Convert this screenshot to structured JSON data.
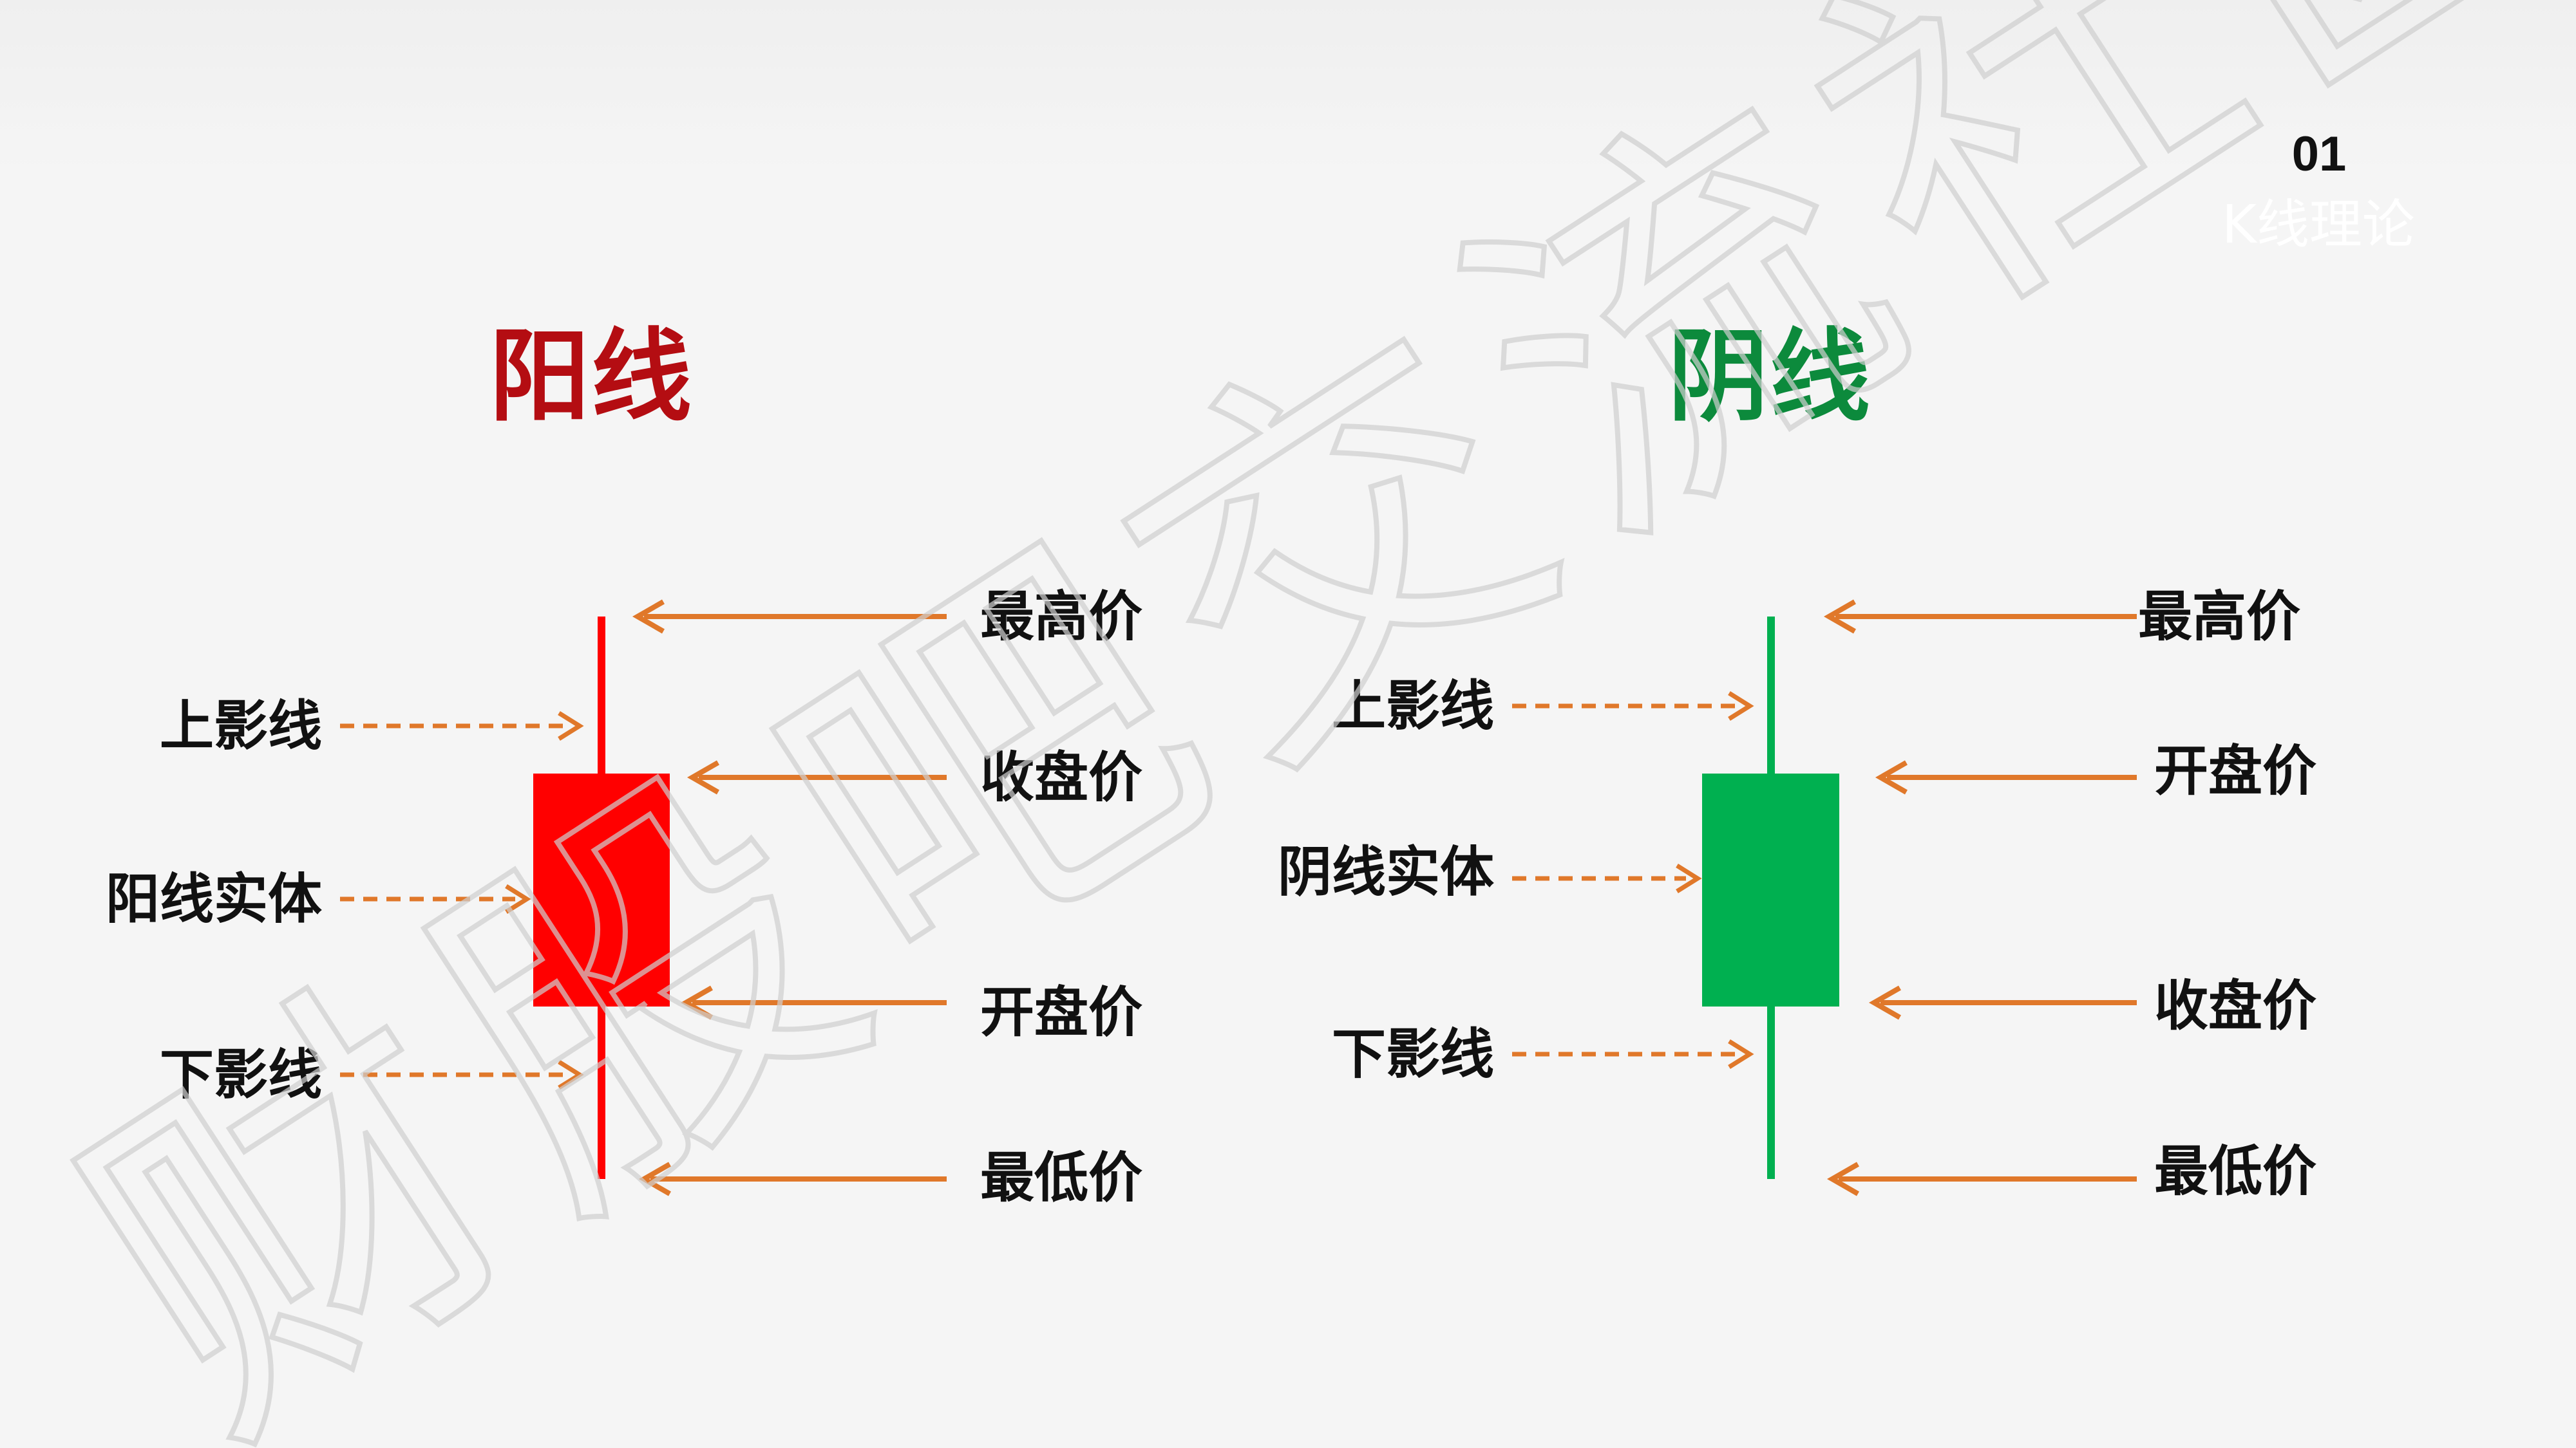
{
  "slide": {
    "number": "01",
    "caption": "K线理论"
  },
  "yang": {
    "title": "阳线",
    "labels": {
      "high": "最高价",
      "upper_shadow": "上影线",
      "close": "收盘价",
      "body": "阳线实体",
      "open": "开盘价",
      "lower_shadow": "下影线",
      "low": "最低价"
    },
    "color": "#ff0000",
    "title_color": "#b40d12"
  },
  "yin": {
    "title": "阴线",
    "labels": {
      "high": "最高价",
      "upper_shadow": "上影线",
      "open": "开盘价",
      "body": "阴线实体",
      "close": "收盘价",
      "lower_shadow": "下影线",
      "low": "最低价"
    },
    "color": "#00b050",
    "title_color": "#0c8a3c"
  },
  "arrow_color": "#e0782a",
  "watermark": "财股吧交流社区"
}
